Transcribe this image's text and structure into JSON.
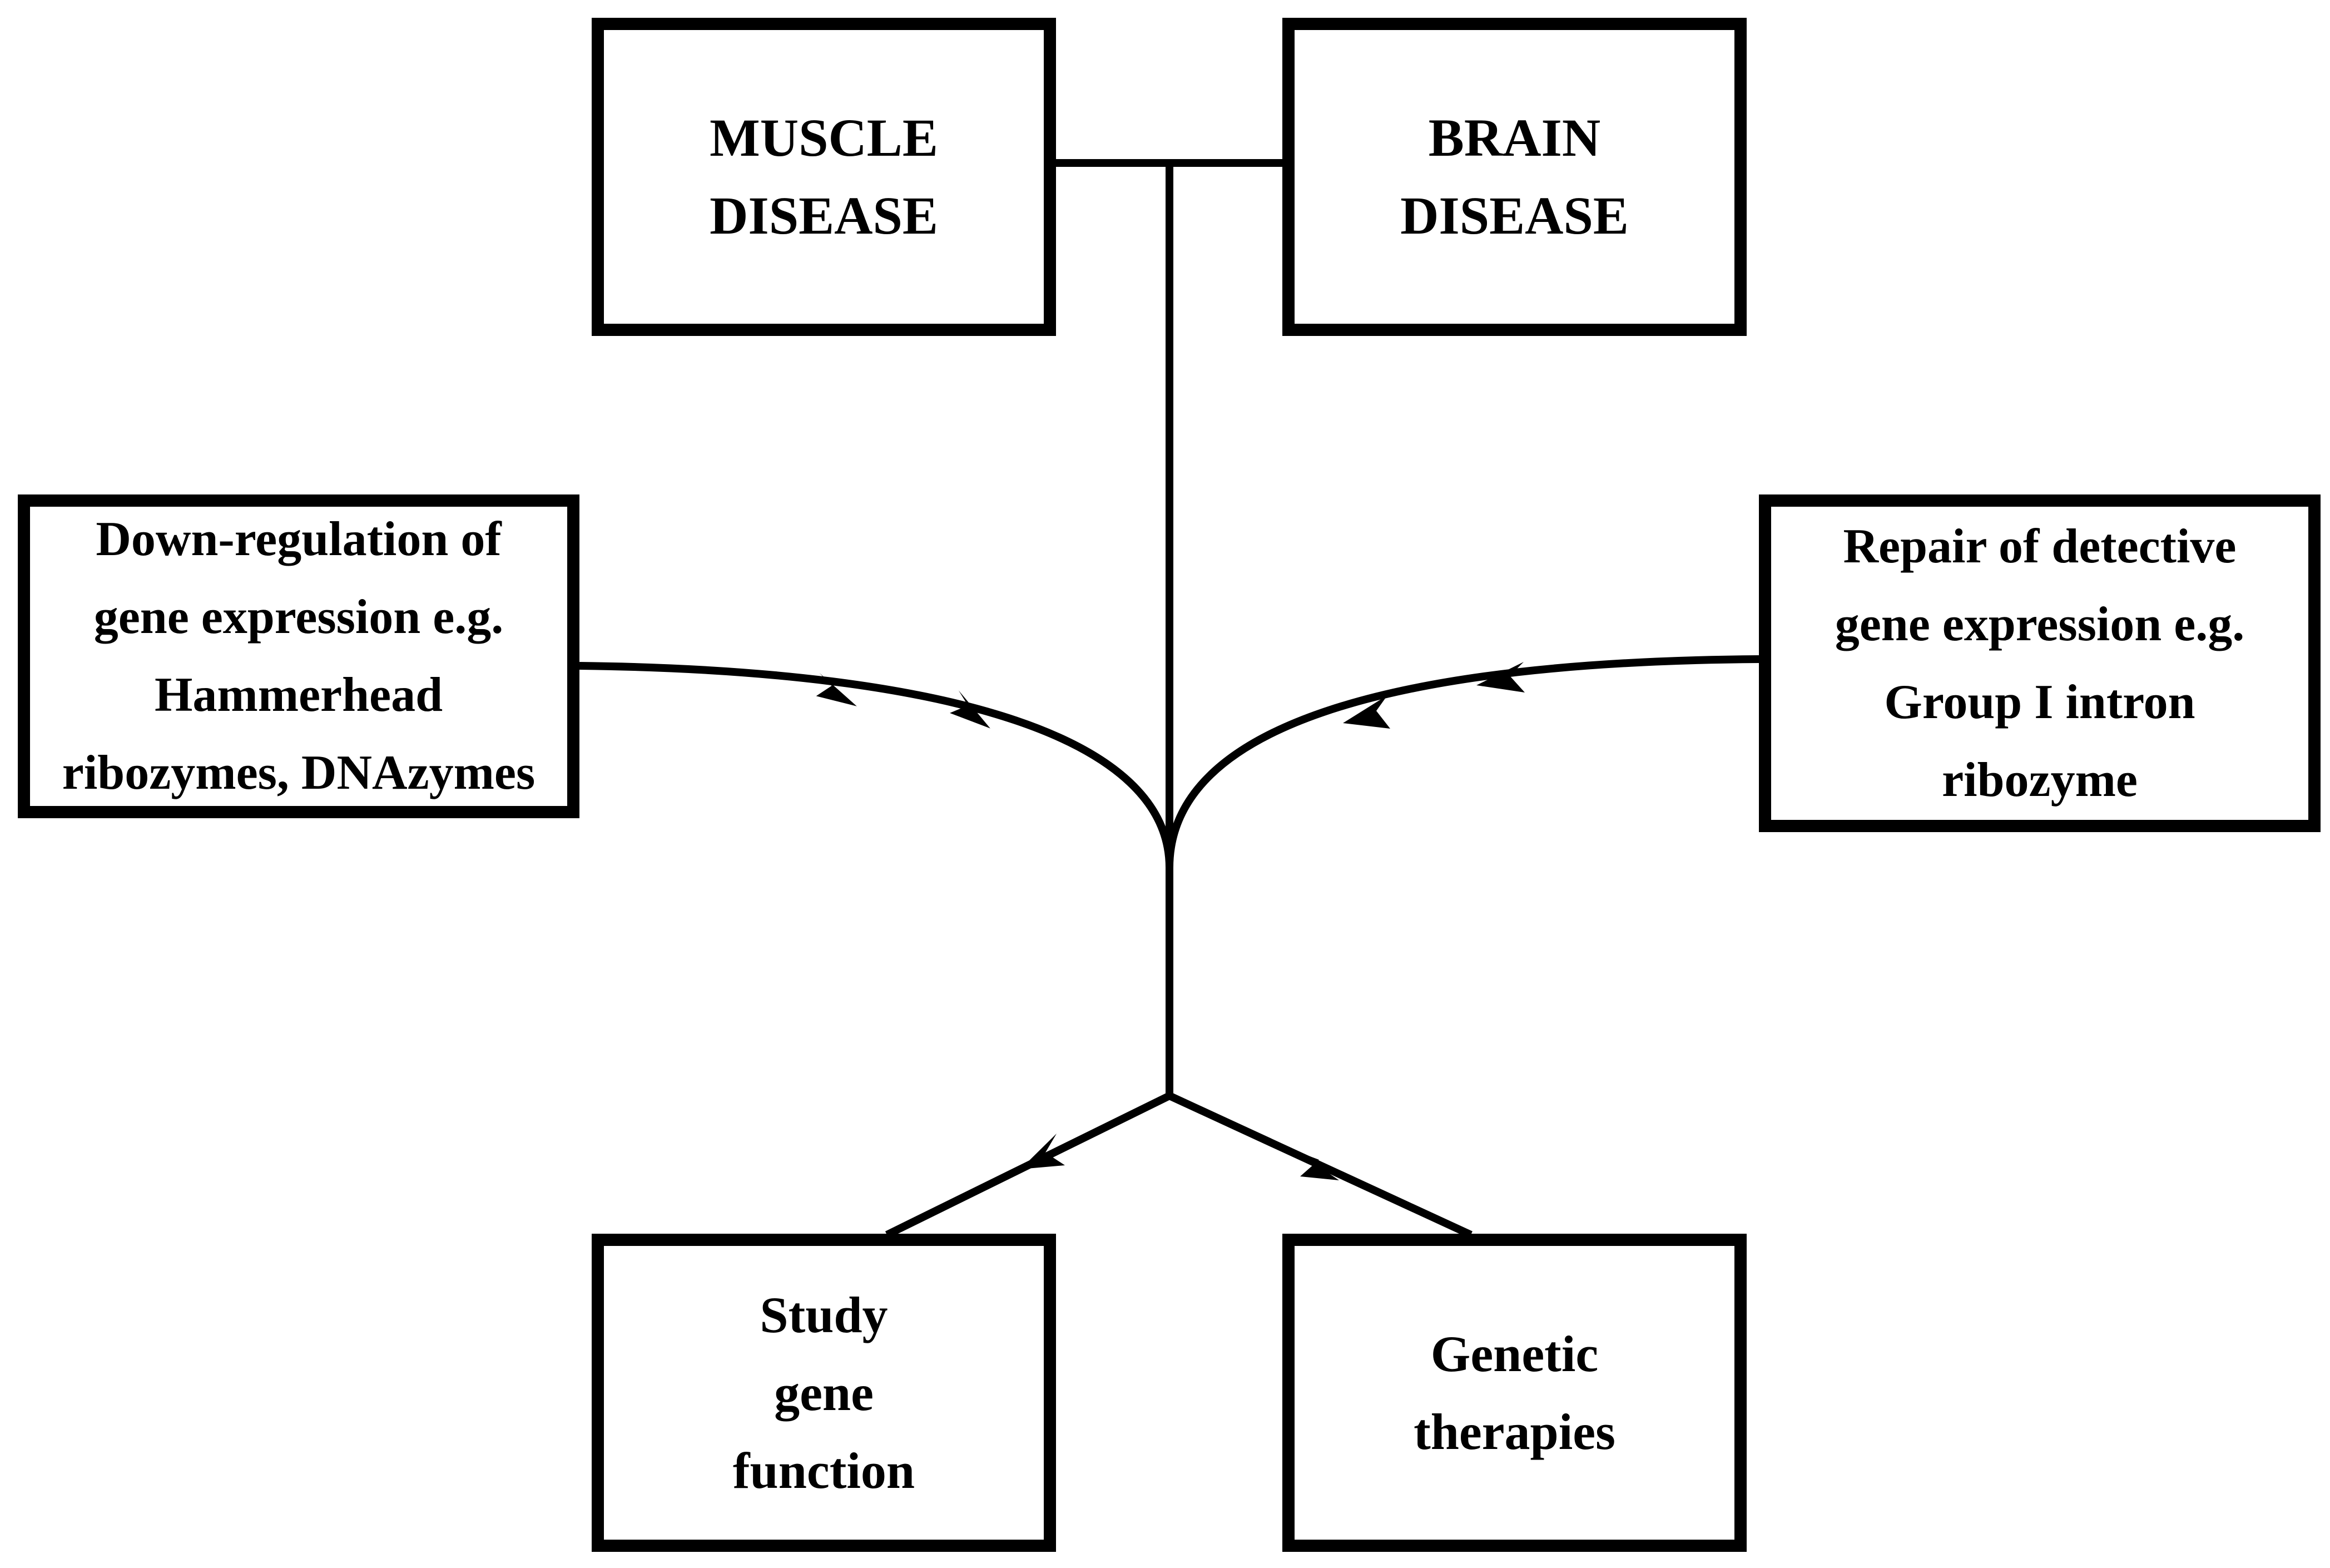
{
  "boxes": {
    "muscle_disease": "MUSCLE\nDISEASE",
    "brain_disease": "BRAIN\nDISEASE",
    "down_regulation": "Down-regulation of\ngene expression e.g.\nHammerhead\nribozymes, DNAzymes",
    "repair": "Repair of detective\ngene expression e.g.\nGroup I intron\nribozyme",
    "study": "Study\ngene\nfunction",
    "therapies": "Genetic\ntherapies"
  },
  "colors": {
    "line": "#000000",
    "box_border": "#000000",
    "background": "#ffffff"
  }
}
